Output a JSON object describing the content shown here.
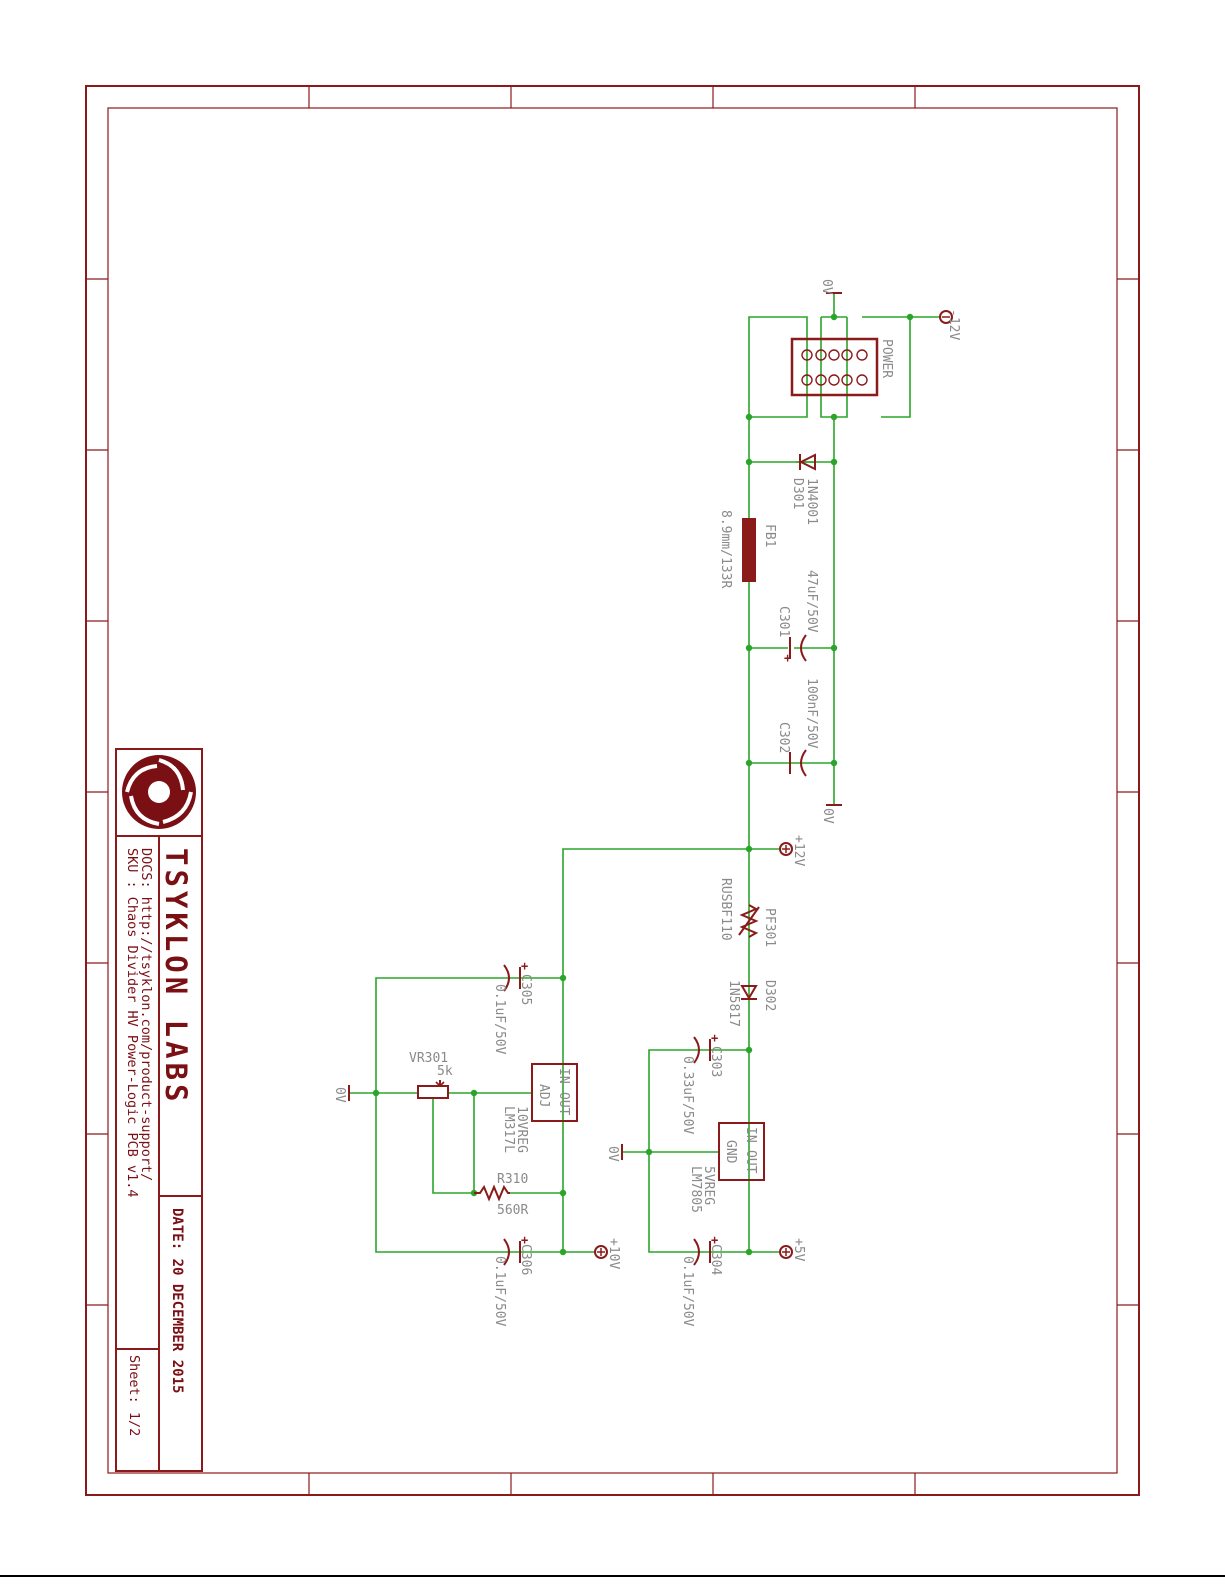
{
  "title_block": {
    "company": "TSYKLON LABS",
    "docs": "DOCS: http://tsyklon.com/product-support/",
    "sku": "SKU : Chaos Divider HV Power-Logic PCB v1.4",
    "date": "DATE: 20 DECEMBER 2015",
    "sheet": "Sheet: 1/2"
  },
  "connector": {
    "name": "POWER"
  },
  "nets": {
    "gnd_top": "0V",
    "neg12": "-12V",
    "gnd_mid": "0V",
    "pos12": "+12V",
    "gnd_left": "0V",
    "gnd_right": "0V",
    "pos10": "+10V",
    "pos5": "+5V"
  },
  "components": {
    "D301": {
      "ref": "D301",
      "value": "1N4001"
    },
    "FB1": {
      "ref": "FB1",
      "value": "8.9mm/133R"
    },
    "C301": {
      "ref": "C301",
      "value": "47uF/50V"
    },
    "C302": {
      "ref": "C302",
      "value": "100nF/50V"
    },
    "PF301": {
      "ref": "PF301",
      "value": "RUSBF110"
    },
    "D302": {
      "ref": "D302",
      "value": "1N5817"
    },
    "C303": {
      "ref": "C303",
      "value": "0.33uF/50V"
    },
    "C304": {
      "ref": "C304",
      "value": "0.1uF/50V"
    },
    "C305": {
      "ref": "C305",
      "value": "0.1uF/50V"
    },
    "C306": {
      "ref": "C306",
      "value": "0.1uF/50V"
    },
    "VR301": {
      "ref": "VR301",
      "value": "5k"
    },
    "R310": {
      "ref": "R310",
      "value": "560R"
    },
    "REG10": {
      "ref": "10VREG",
      "value": "LM317L",
      "pin_in": "IN",
      "pin_out": "OUT",
      "pin_adj": "ADJ"
    },
    "REG5": {
      "ref": "5VREG",
      "value": "LM7805",
      "pin_in": "IN",
      "pin_out": "OUT",
      "pin_gnd": "GND"
    }
  },
  "colors": {
    "frame": "#8b1a1a",
    "wire": "#2aa52a",
    "text": "#8a8a8a",
    "logo": "#7a0f14"
  }
}
